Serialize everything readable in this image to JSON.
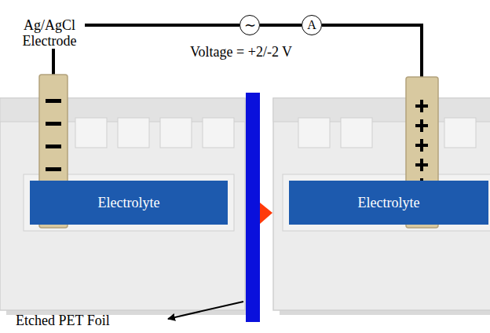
{
  "diagram": {
    "nodes": [
      {
        "text": [
          "∼"
        ]
      },
      {
        "text": [
          "A"
        ]
      },
      {
        "text": [
          "Electrolyte"
        ]
      },
      {
        "text": [
          "Electrolyte"
        ]
      }
    ],
    "edges": [
      {
        "from": 0,
        "to": 1,
        "arrow": "none"
      }
    ],
    "labels": [
      "Ag/AgCl Electrode",
      "Voltage = +2/-2 V",
      "Etched PET Foil"
    ]
  }
}
